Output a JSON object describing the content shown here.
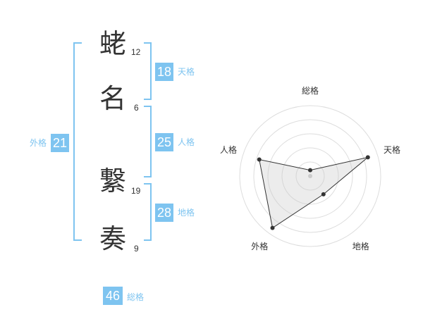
{
  "name": {
    "chars": [
      {
        "char": "蛯",
        "strokes": "12"
      },
      {
        "char": "名",
        "strokes": "6"
      },
      {
        "char": "繋",
        "strokes": "19"
      },
      {
        "char": "奏",
        "strokes": "9"
      }
    ]
  },
  "kaku": {
    "ten": {
      "label": "天格",
      "value": "18"
    },
    "jin": {
      "label": "人格",
      "value": "25"
    },
    "chi": {
      "label": "地格",
      "value": "28"
    },
    "gai": {
      "label": "外格",
      "value": "21"
    },
    "sou": {
      "label": "総格",
      "value": "46"
    }
  },
  "colors": {
    "accent": "#7ec4f0",
    "text": "#333333",
    "grid": "#dddddd"
  },
  "chart_data": {
    "type": "radar",
    "axes": [
      "総格",
      "天格",
      "地格",
      "外格",
      "人格"
    ],
    "values": [
      0.42,
      4.3,
      1.6,
      4.55,
      3.8
    ],
    "rmax": 5,
    "rings": 4
  }
}
